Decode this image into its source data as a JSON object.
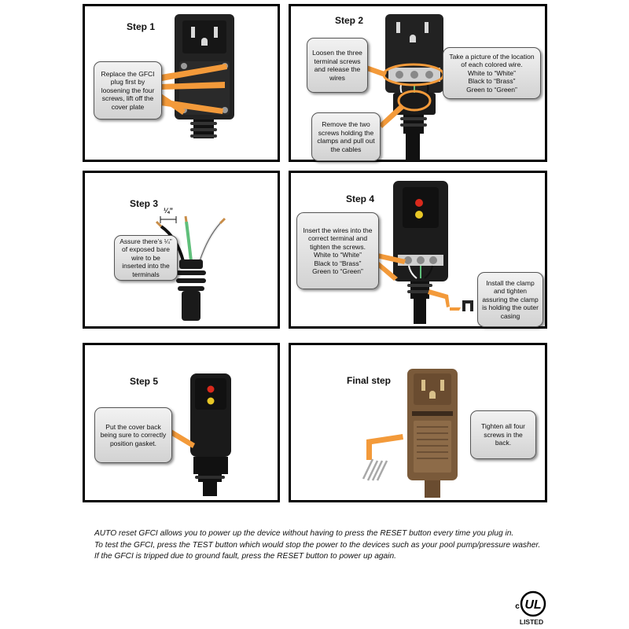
{
  "colors": {
    "accent_orange": "#f39a3a",
    "frame_black": "#000000",
    "callout_fill": "#dedede",
    "device_black": "#1c1c1c",
    "device_brown": "#7a5a3a"
  },
  "steps": [
    {
      "title": "Step 1",
      "callouts": [
        "Replace the GFCI plug first by loosening the four screws, lift off the cover plate"
      ]
    },
    {
      "title": "Step 2",
      "callouts": [
        "Loosen the three terminal screws and release the wires",
        "Take a picture of the location of each colored wire.\nWhite to “White”\nBlack to “Brass”\nGreen to “Green”",
        "Remove the two screws holding the clamps and pull out the cables"
      ]
    },
    {
      "title": "Step 3",
      "callouts": [
        "Assure there’s ¼” of exposed bare wire to be inserted into the terminals"
      ],
      "measure_label": "¼”"
    },
    {
      "title": "Step 4",
      "callouts": [
        "Insert the wires into the correct terminal and tighten the screws.\nWhite to “White”\nBlack to “Brass”\nGreen to “Green”",
        "Install the clamp and tighten assuring the clamp is holding the outer casing"
      ]
    },
    {
      "title": "Step 5",
      "callouts": [
        "Put the cover back being sure to correctly position gasket."
      ]
    },
    {
      "title": "Final step",
      "callouts": [
        "Tighten all four screws in the back."
      ]
    }
  ],
  "footer": {
    "lines": [
      "AUTO reset GFCI allows you to power up the device without having to press the RESET button every time you plug in.",
      "To test the GFCI, press the TEST button which would stop the power to the devices such as your pool pump/pressure washer.",
      "If the GFCI is tripped due to ground fault, press the RESET button to power up again."
    ]
  },
  "certification": {
    "mark_text": "UL",
    "prefix": "c",
    "label": "LISTED"
  }
}
